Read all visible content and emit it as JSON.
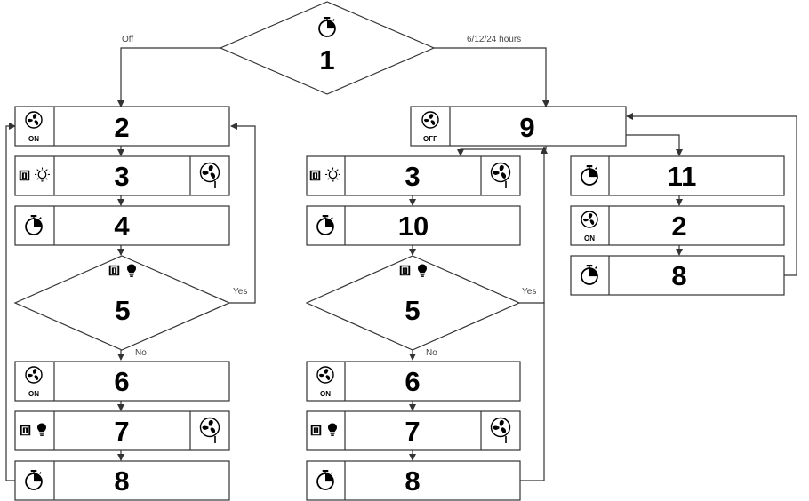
{
  "steps": {
    "s1": "1",
    "s2": "2",
    "s3": "3",
    "s4": "4",
    "s5": "5",
    "s6": "6",
    "s7": "7",
    "s8": "8",
    "s9": "9",
    "s10": "10",
    "s11": "11"
  },
  "labels": {
    "off": "Off",
    "hours": "6/12/24 hours",
    "yes": "Yes",
    "no": "No",
    "on": "ON",
    "off_badge": "OFF"
  },
  "icons": [
    "timer-icon",
    "fan-on-icon",
    "fan-off-icon",
    "door-light-off-icon",
    "door-light-on-icon",
    "fan-low-icon"
  ]
}
